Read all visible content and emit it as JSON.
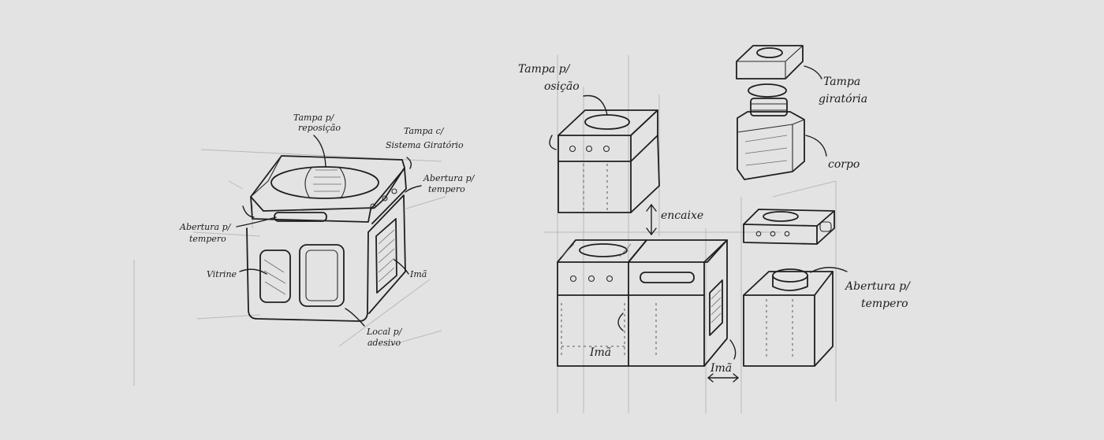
{
  "colors": {
    "paper": "#e3e3e3",
    "ink": "#1f1f1f",
    "guide": "#b9b9b9"
  },
  "left_sketch": {
    "tampa_reposicao": [
      "Tampa p/",
      "reposição"
    ],
    "tampa_giratorio": [
      "Tampa c/",
      "Sistema Giratório"
    ],
    "abertura_tempero_right": [
      "Abertura p/",
      "tempero"
    ],
    "abertura_tempero_left": [
      "Abertura p/",
      "tempero"
    ],
    "vitrine": "Vitrine",
    "ima": "Imã",
    "local_adesivo": [
      "Local p/",
      "adesivo"
    ]
  },
  "right_sketch": {
    "tampa_reposicao": [
      "Tampa p/",
      "osição"
    ],
    "encaixe": "encaixe",
    "ima_bottom": "Imã",
    "ima_side": "Imã",
    "tampa_giratoria": [
      "Tampa",
      "giratória"
    ],
    "corpo": "corpo",
    "abertura_tempero": [
      "Abertura p/",
      "tempero"
    ]
  }
}
